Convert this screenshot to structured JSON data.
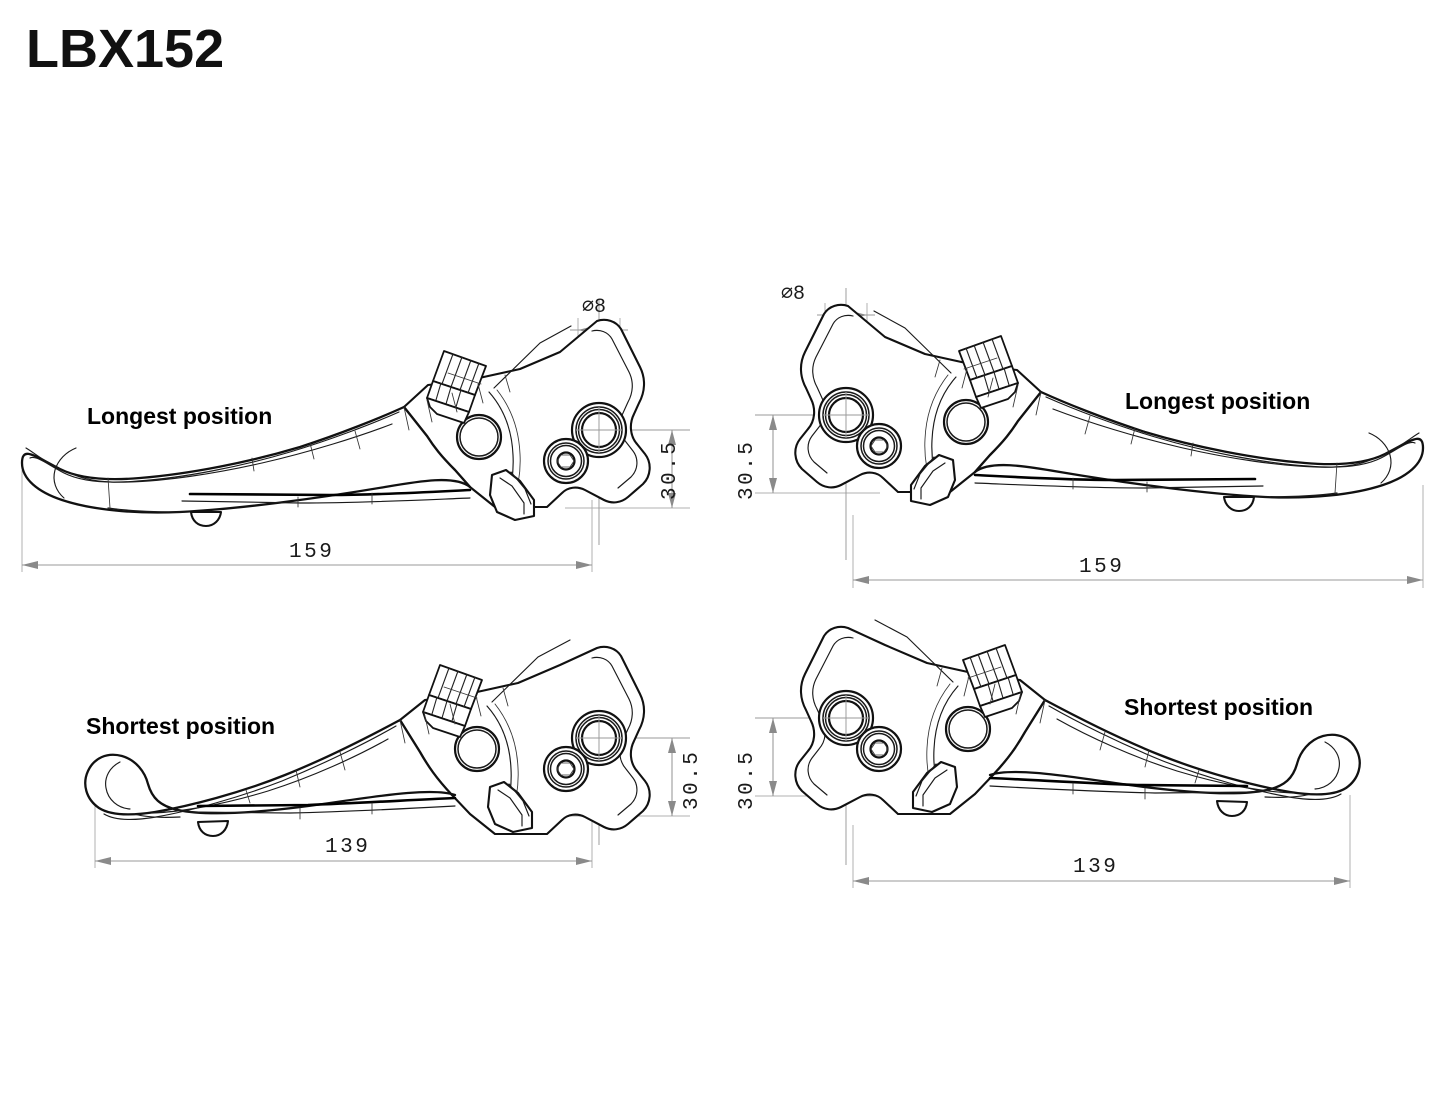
{
  "drawing": {
    "title": "LBX152",
    "background_color": "#ffffff",
    "line_color": "#111111",
    "dim_line_color": "#9a9a9a",
    "type": "engineering-dimension-drawing",
    "subject": "motorcycle adjustable brake/clutch lever pair"
  },
  "views": [
    {
      "id": "top-left",
      "label": "Longest position",
      "side": "left-hand lever",
      "orientation": "pivot head at right, blade extending left",
      "dimensions": {
        "length": "159",
        "height": "30.5",
        "bore_diameter": "⌀8"
      }
    },
    {
      "id": "top-right",
      "label": "Longest position",
      "side": "right-hand lever",
      "orientation": "pivot head at left, blade extending right",
      "dimensions": {
        "length": "159",
        "height": "30.5",
        "bore_diameter": "⌀8"
      }
    },
    {
      "id": "bottom-left",
      "label": "Shortest position",
      "side": "left-hand lever",
      "orientation": "pivot head at right, blade extending left",
      "dimensions": {
        "length": "139",
        "height": "30.5"
      }
    },
    {
      "id": "bottom-right",
      "label": "Shortest position",
      "side": "right-hand lever",
      "orientation": "pivot head at left, blade extending right",
      "dimensions": {
        "length": "139",
        "height": "30.5"
      }
    }
  ],
  "labels": {
    "longest_left": "Longest position",
    "longest_right": "Longest position",
    "shortest_left": "Shortest position",
    "shortest_right": "Shortest position"
  },
  "dimensions": {
    "length_longest_left": "159",
    "length_longest_right": "159",
    "length_shortest_left": "139",
    "length_shortest_right": "139",
    "height_tl": "30.5",
    "height_tr": "30.5",
    "height_bl": "30.5",
    "height_br": "30.5",
    "diameter_left": "⌀8",
    "diameter_right": "⌀8"
  }
}
